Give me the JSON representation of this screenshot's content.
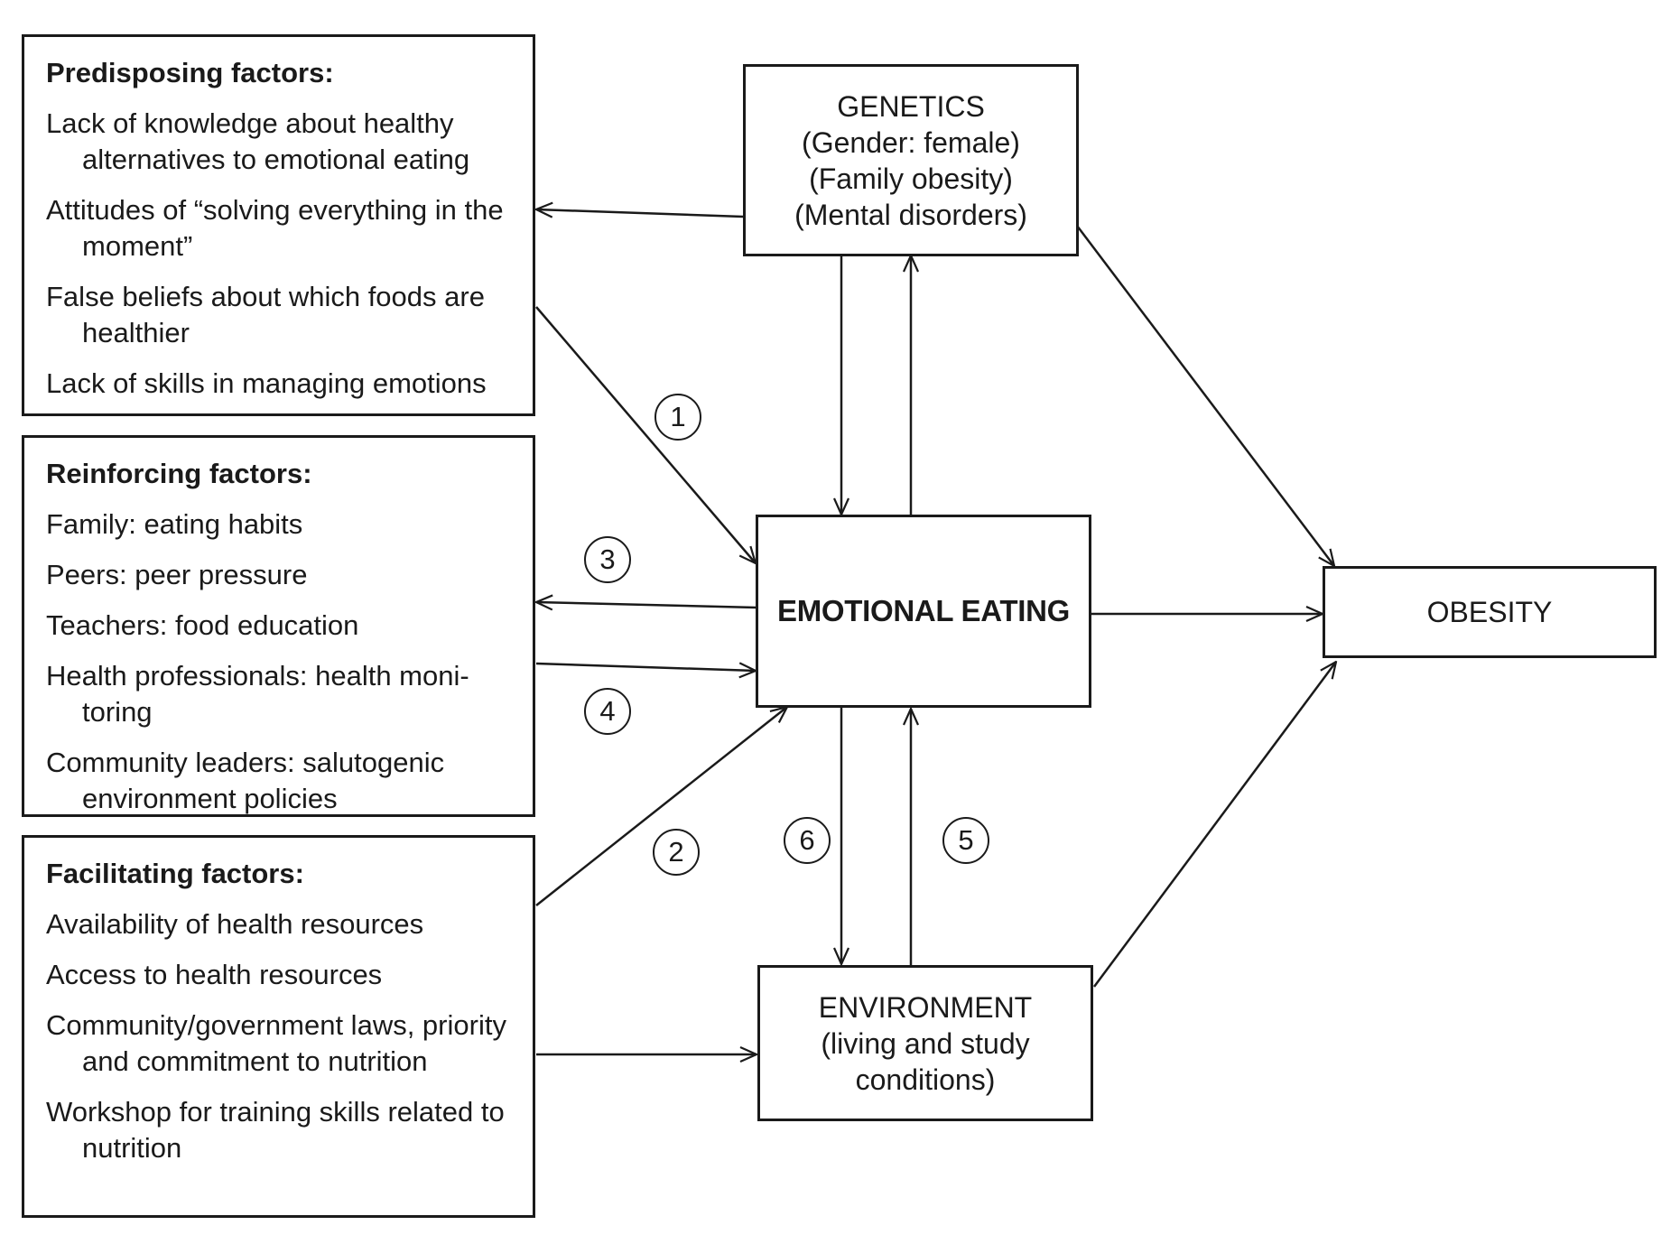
{
  "predisposing": {
    "heading": "Predisposing factors:",
    "items": [
      "Lack of knowledge about healthy alternatives to emotional eating",
      "Attitudes of “solving everything in the moment”",
      "False beliefs about which foods are healthier",
      "Lack of skills in managing emotions"
    ]
  },
  "reinforcing": {
    "heading": "Reinforcing factors:",
    "items": [
      "Family: eating habits",
      "Peers: peer pressure",
      "Teachers: food education",
      "Health professionals: health moni-toring",
      "Community leaders: salutogenic environment policies"
    ]
  },
  "facilitating": {
    "heading": "Facilitating factors:",
    "items": [
      "Availability of health resources",
      "Access to health resources",
      "Community/government laws, priority and commitment to nutrition",
      "Workshop for training skills related to nutrition"
    ]
  },
  "genetics": {
    "lines": [
      "GENETICS",
      "(Gender: female)",
      "(Family obesity)",
      "(Mental disorders)"
    ]
  },
  "emotional_eating": {
    "label": "EMOTIONAL EATING"
  },
  "obesity": {
    "label": "OBESITY"
  },
  "environment": {
    "lines": [
      "ENVIRONMENT",
      "(living and study",
      "conditions)"
    ]
  },
  "path_numbers": [
    "1",
    "2",
    "3",
    "4",
    "5",
    "6"
  ]
}
